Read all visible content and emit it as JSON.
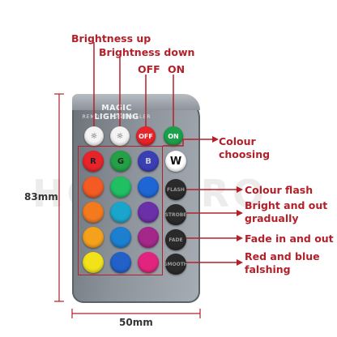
{
  "labels": {
    "brightness_up": "Brightness up",
    "brightness_down": "Brightness down",
    "off": "OFF",
    "on": "ON",
    "colour_choosing_1": "Colour",
    "colour_choosing_2": "choosing",
    "colour_flash": "Colour flash",
    "bright_out_1": "Bright and out",
    "bright_out_2": "gradually",
    "fade": "Fade in and out",
    "red_blue_1": "Red and blue",
    "red_blue_2": "falshing"
  },
  "dimensions": {
    "height": "83mm",
    "width": "50mm"
  },
  "remote": {
    "brand": "MAGIC LIGHTING",
    "subtitle": "REMOTE CONTROLLER",
    "off_text": "OFF",
    "on_text": "ON",
    "r": "R",
    "g": "G",
    "b": "B",
    "w": "W",
    "dark_buttons": [
      "FLASH",
      "STROBE",
      "FADE",
      "SMOOTH"
    ]
  },
  "watermark": "HONGPRO",
  "colors": {
    "accent": "#b3202a",
    "grid": [
      "#e8242a",
      "#24a047",
      "#3b3fb4",
      "#ffffff",
      "#f45a24",
      "#1fbf62",
      "#1e66d6",
      "#f47a1e",
      "#1aa6cc",
      "#6b2fa8",
      "#f6a11c",
      "#1d7fd0",
      "#a3288a",
      "#f2e21a",
      "#2161c8",
      "#e2247e"
    ]
  }
}
